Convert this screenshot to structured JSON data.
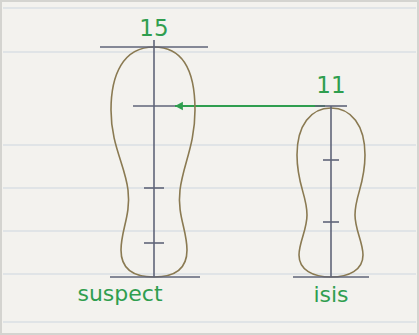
{
  "diagram": {
    "nodes": [
      {
        "text": [
          "15",
          "suspect"
        ]
      },
      {
        "text": [
          "11",
          "isis"
        ]
      }
    ],
    "edges": [
      {
        "from": 1,
        "to": 0,
        "arrow": "to"
      }
    ]
  }
}
